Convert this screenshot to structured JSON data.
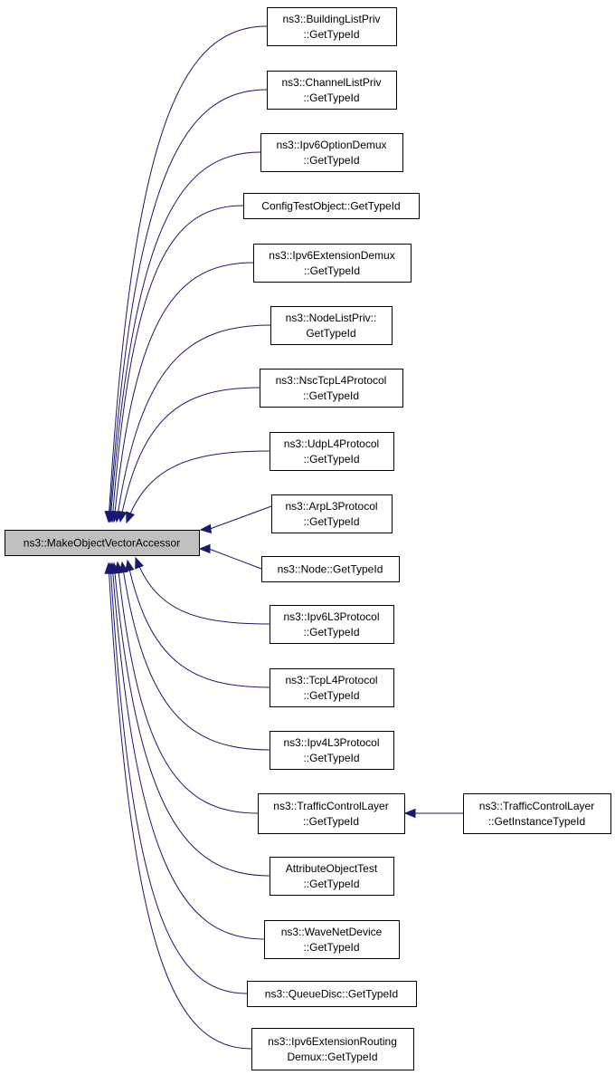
{
  "root": {
    "id": "root",
    "lines": [
      "ns3::MakeObjectVectorAccessor"
    ]
  },
  "nodes": [
    {
      "id": "building",
      "lines": [
        "ns3::BuildingListPriv",
        "::GetTypeId"
      ]
    },
    {
      "id": "channel",
      "lines": [
        "ns3::ChannelListPriv",
        "::GetTypeId"
      ]
    },
    {
      "id": "ipv6opt",
      "lines": [
        "ns3::Ipv6OptionDemux",
        "::GetTypeId"
      ]
    },
    {
      "id": "configtest",
      "lines": [
        "ConfigTestObject::GetTypeId"
      ]
    },
    {
      "id": "ipv6ext",
      "lines": [
        "ns3::Ipv6ExtensionDemux",
        "::GetTypeId"
      ]
    },
    {
      "id": "nodelist",
      "lines": [
        "ns3::NodeListPriv::",
        "GetTypeId"
      ]
    },
    {
      "id": "nsctcp",
      "lines": [
        "ns3::NscTcpL4Protocol",
        "::GetTypeId"
      ]
    },
    {
      "id": "udp",
      "lines": [
        "ns3::UdpL4Protocol",
        "::GetTypeId"
      ]
    },
    {
      "id": "arp",
      "lines": [
        "ns3::ArpL3Protocol",
        "::GetTypeId"
      ]
    },
    {
      "id": "node",
      "lines": [
        "ns3::Node::GetTypeId"
      ]
    },
    {
      "id": "ipv6l3",
      "lines": [
        "ns3::Ipv6L3Protocol",
        "::GetTypeId"
      ]
    },
    {
      "id": "tcp",
      "lines": [
        "ns3::TcpL4Protocol",
        "::GetTypeId"
      ]
    },
    {
      "id": "ipv4l3",
      "lines": [
        "ns3::Ipv4L3Protocol",
        "::GetTypeId"
      ]
    },
    {
      "id": "tcl",
      "lines": [
        "ns3::TrafficControlLayer",
        "::GetTypeId"
      ]
    },
    {
      "id": "attrtest",
      "lines": [
        "AttributeObjectTest",
        "::GetTypeId"
      ]
    },
    {
      "id": "wave",
      "lines": [
        "ns3::WaveNetDevice",
        "::GetTypeId"
      ]
    },
    {
      "id": "queuedisc",
      "lines": [
        "ns3::QueueDisc::GetTypeId"
      ]
    },
    {
      "id": "ipv6route",
      "lines": [
        "ns3::Ipv6ExtensionRouting",
        "Demux::GetTypeId"
      ]
    },
    {
      "id": "tclinst",
      "lines": [
        "ns3::TrafficControlLayer",
        "::GetInstanceTypeId"
      ]
    }
  ],
  "edges": [
    {
      "from": "building",
      "to": "root"
    },
    {
      "from": "channel",
      "to": "root"
    },
    {
      "from": "ipv6opt",
      "to": "root"
    },
    {
      "from": "configtest",
      "to": "root"
    },
    {
      "from": "ipv6ext",
      "to": "root"
    },
    {
      "from": "nodelist",
      "to": "root"
    },
    {
      "from": "nsctcp",
      "to": "root"
    },
    {
      "from": "udp",
      "to": "root"
    },
    {
      "from": "arp",
      "to": "root"
    },
    {
      "from": "node",
      "to": "root"
    },
    {
      "from": "ipv6l3",
      "to": "root"
    },
    {
      "from": "tcp",
      "to": "root"
    },
    {
      "from": "ipv4l3",
      "to": "root"
    },
    {
      "from": "tcl",
      "to": "root"
    },
    {
      "from": "attrtest",
      "to": "root"
    },
    {
      "from": "wave",
      "to": "root"
    },
    {
      "from": "queuedisc",
      "to": "root"
    },
    {
      "from": "ipv6route",
      "to": "root"
    },
    {
      "from": "tclinst",
      "to": "tcl"
    }
  ]
}
